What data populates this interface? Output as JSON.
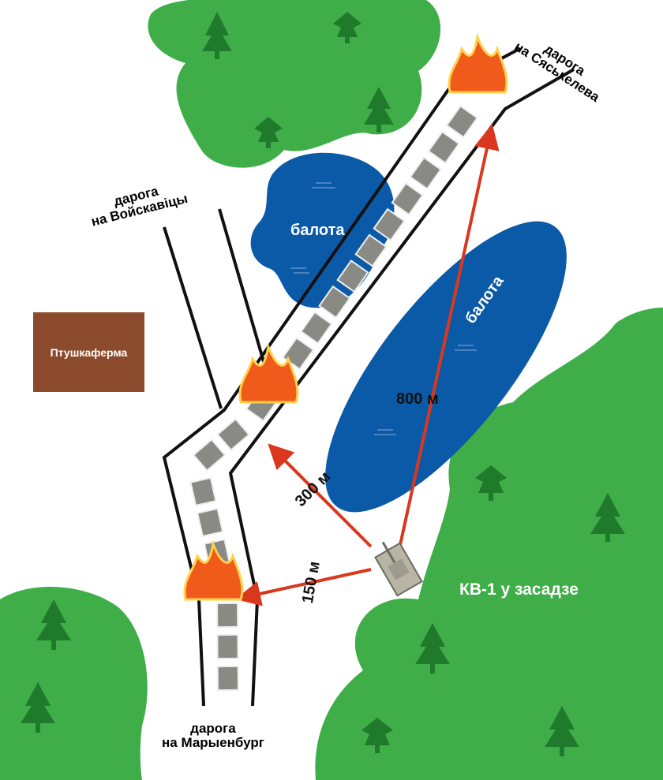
{
  "colors": {
    "forest": "#3fae49",
    "tree": "#1f7a2c",
    "swamp": "#0b5aa8",
    "road": "#111111",
    "farm": "#8b4a2b",
    "arrow": "#d9381e",
    "fire": "#f05a1a",
    "tank": "#8a8a84"
  },
  "labels": {
    "road_north": [
      "дарога",
      "на Сяськелева"
    ],
    "road_west": [
      "дарога",
      "на Войскавіцы"
    ],
    "road_south": [
      "дарога",
      "на Марыенбург"
    ],
    "swamp_1": "балота",
    "swamp_2": "балота",
    "farm": "Птушкаферма",
    "ambush": "КВ-1 у засадзе"
  },
  "distances": {
    "far": "800 м",
    "mid": "300 м",
    "near": "150 м"
  }
}
